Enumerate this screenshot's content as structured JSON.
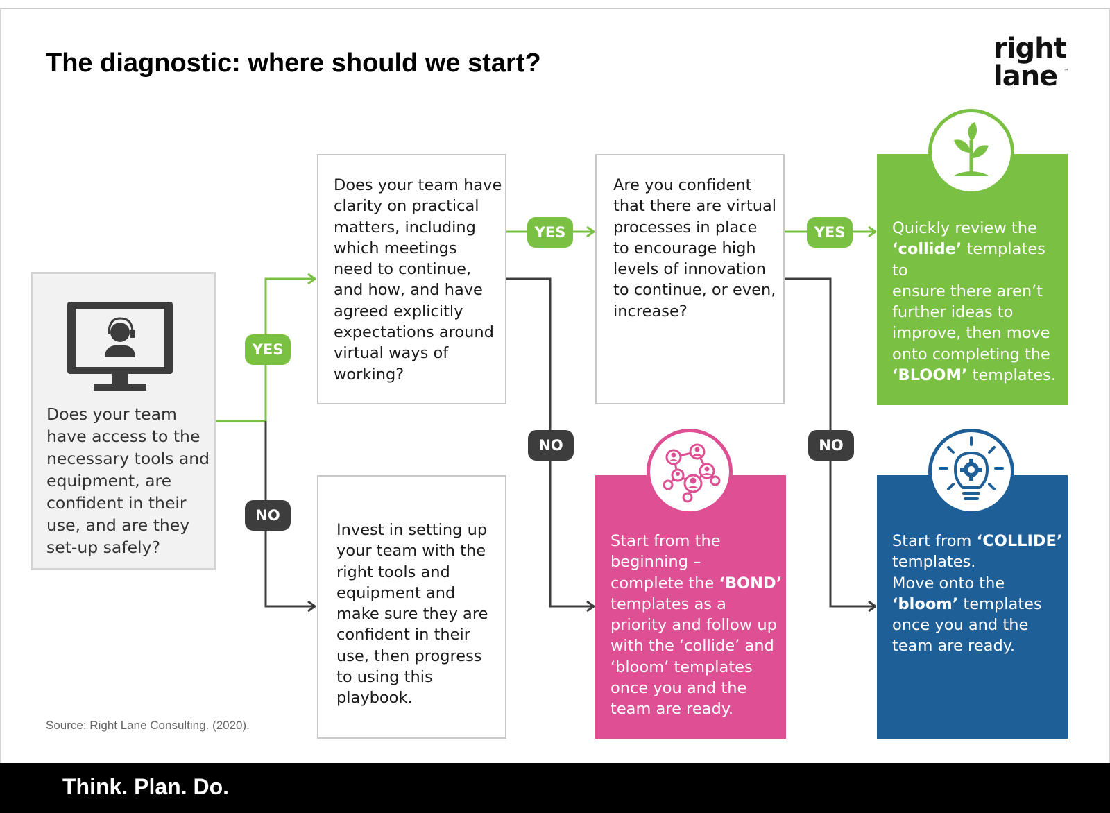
{
  "title": "The diagnostic: where should we start?",
  "logo": {
    "line1": "right",
    "line2": "lane",
    "trademark": "™"
  },
  "start_box": {
    "icon": "monitor-support-agent-icon",
    "text": "Does your team\nhave access to the\nnecessary tools and\nequipment, are\nconfident in their\nuse, and are they\nset-up safely?"
  },
  "q2": {
    "text": "Does your team have\nclarity on practical\nmatters, including\nwhich meetings\nneed to continue,\nand how, and have\nagreed explicitly\nexpectations around\nvirtual ways of\nworking?"
  },
  "q3": {
    "text": "Are you confident\nthat there are virtual\nprocesses in place\nto encourage high\nlevels of innovation\nto continue, or even,\nincrease?"
  },
  "invest": {
    "text": "Invest in setting up\nyour team with the\nright tools and\nequipment and\nmake sure they are\nconfident in their\nuse, then progress\nto using this\nplaybook."
  },
  "bloom": {
    "icon": "plant-sprout-icon",
    "line1": "Quickly review the",
    "line2_b": "‘collide’",
    "line2_r": " templates to",
    "line3": "ensure there aren’t",
    "line4": "further ideas to",
    "line5": "improve, then move",
    "line6": "onto completing the",
    "line7_b": "‘BLOOM’",
    "line7_r": " templates."
  },
  "bond": {
    "icon": "network-people-icon",
    "line1": "Start from the",
    "line2": "beginning –",
    "line3_r": "complete the ",
    "line3_b": "‘BOND’",
    "line4": "templates as a",
    "line5": "priority and follow up",
    "line6": "with the ‘collide’ and",
    "line7": "‘bloom’ templates",
    "line8": "once you and the",
    "line9": "team are ready."
  },
  "collide": {
    "icon": "lightbulb-gear-icon",
    "line1_r": "Start from ",
    "line1_b": "‘COLLIDE’",
    "line2": "templates.",
    "line3": "Move onto the",
    "line4_b": "‘bloom’",
    "line4_r": " templates",
    "line5": "once you and the",
    "line6": "team are ready."
  },
  "labels": {
    "yes": "YES",
    "no": "NO"
  },
  "colors": {
    "green": "#7ac043",
    "pink": "#de4f93",
    "blue": "#1f5f98",
    "dark": "#3d3d3d"
  },
  "source": "Source: Right Lane Consulting. (2020).",
  "footer": "Think. Plan. Do."
}
